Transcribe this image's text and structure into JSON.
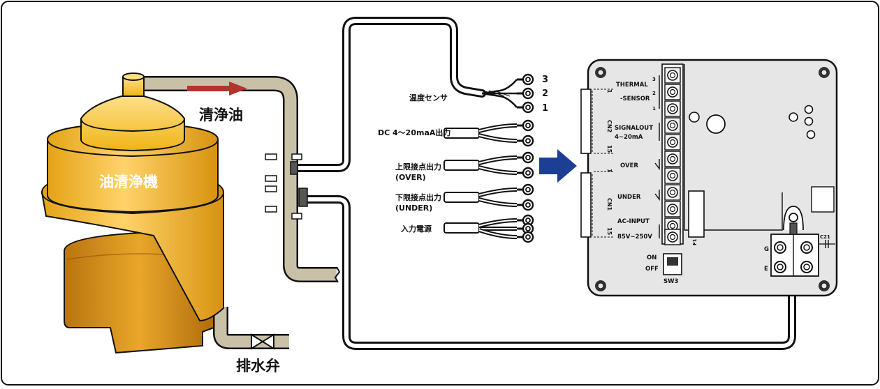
{
  "tank": {
    "label": "油清浄機"
  },
  "pipe": {
    "flow_label": "清浄油",
    "drain_label": "排水弁"
  },
  "sensor": {
    "label": "温度センサ",
    "terminals": [
      "3",
      "2",
      "1"
    ]
  },
  "outputs": [
    {
      "line1": "DC 4～20maA出力",
      "line2": ""
    },
    {
      "line1": "上限接点出力",
      "line2": "(OVER)"
    },
    {
      "line1": "下限接点出力",
      "line2": "(UNDER)"
    },
    {
      "line1": "入力電源",
      "line2": ""
    }
  ],
  "board": {
    "thermal": "THERMAL",
    "sensor": "-SENSOR",
    "signalout": "SIGNALOUT",
    "range": "4~20mA",
    "over": "OVER",
    "under": "UNDER",
    "ac_input": "AC-INPUT",
    "voltage": "85V~250V",
    "cn2": "CN2",
    "cn1": "CN1",
    "cn_pin_start": "1",
    "cn_pin_end": "15",
    "f1": "F1",
    "sw_on": "ON",
    "sw_off": "OFF",
    "sw3": "SW3",
    "ground_g": "G",
    "ground_e": "E",
    "c21": "C21",
    "pin3": "3",
    "pin2": "2",
    "pin1": "1"
  },
  "colors": {
    "tank_gold": "#f0b418",
    "tank_dark": "#c98a12",
    "pipe": "#c9c0a8",
    "arrow_red": "#b2342c",
    "arrow_blue": "#1c3f94",
    "board": "#e6e6e6"
  }
}
